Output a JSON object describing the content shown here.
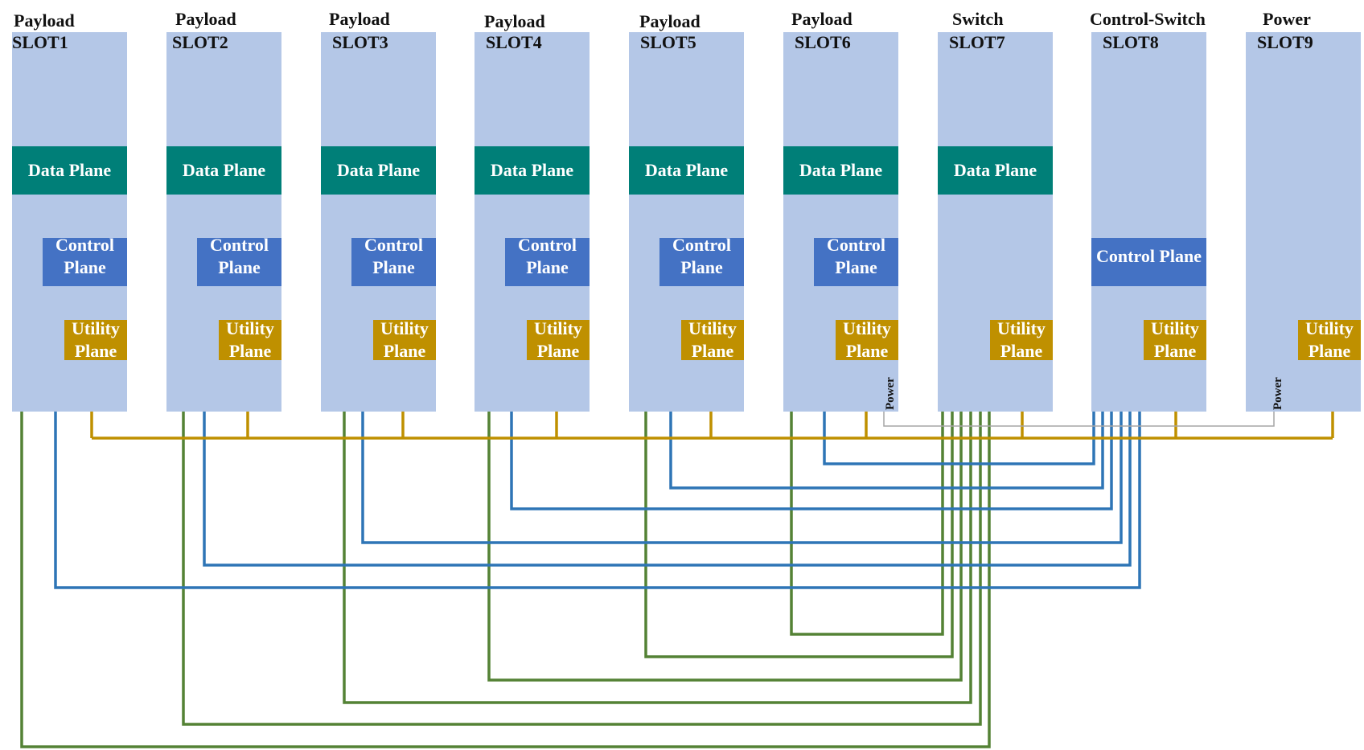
{
  "slots": [
    {
      "title": "Payload",
      "id": "SLOT1",
      "data_plane": "Data Plane",
      "control_plane": [
        "Control",
        "Plane"
      ],
      "utility_plane": [
        "Utility",
        "Plane"
      ]
    },
    {
      "title": "Payload",
      "id": "SLOT2",
      "data_plane": "Data Plane",
      "control_plane": [
        "Control",
        "Plane"
      ],
      "utility_plane": [
        "Utility",
        "Plane"
      ]
    },
    {
      "title": "Payload",
      "id": "SLOT3",
      "data_plane": "Data Plane",
      "control_plane": [
        "Control",
        "Plane"
      ],
      "utility_plane": [
        "Utility",
        "Plane"
      ]
    },
    {
      "title": "Payload",
      "id": "SLOT4",
      "data_plane": "Data Plane",
      "control_plane": [
        "Control",
        "Plane"
      ],
      "utility_plane": [
        "Utility",
        "Plane"
      ]
    },
    {
      "title": "Payload",
      "id": "SLOT5",
      "data_plane": "Data Plane",
      "control_plane": [
        "Control",
        "Plane"
      ],
      "utility_plane": [
        "Utility",
        "Plane"
      ]
    },
    {
      "title": "Payload",
      "id": "SLOT6",
      "data_plane": "Data Plane",
      "control_plane": [
        "Control",
        "Plane"
      ],
      "utility_plane": [
        "Utility",
        "Plane"
      ],
      "power": "Power"
    },
    {
      "title": "Switch",
      "id": "SLOT7",
      "data_plane": "Data Plane",
      "utility_plane": [
        "Utility",
        "Plane"
      ]
    },
    {
      "title": "Control-Switch",
      "id": "SLOT8",
      "control_plane": [
        "Control Plane"
      ],
      "utility_plane": [
        "Utility",
        "Plane"
      ]
    },
    {
      "title": "Power",
      "id": "SLOT9",
      "utility_plane": [
        "Utility",
        "Plane"
      ],
      "power": "Power"
    }
  ],
  "colors": {
    "slot_bg": "#b4c7e7",
    "data_plane": "#007f78",
    "control_plane": "#4472c4",
    "utility_plane": "#bf9000",
    "data_wire": "#548235",
    "control_wire": "#2e75b6",
    "utility_wire": "#bf9000",
    "power_wire": "#a6a6a6",
    "plane_text": "#ffffff",
    "utility_text": "#ffffff"
  }
}
